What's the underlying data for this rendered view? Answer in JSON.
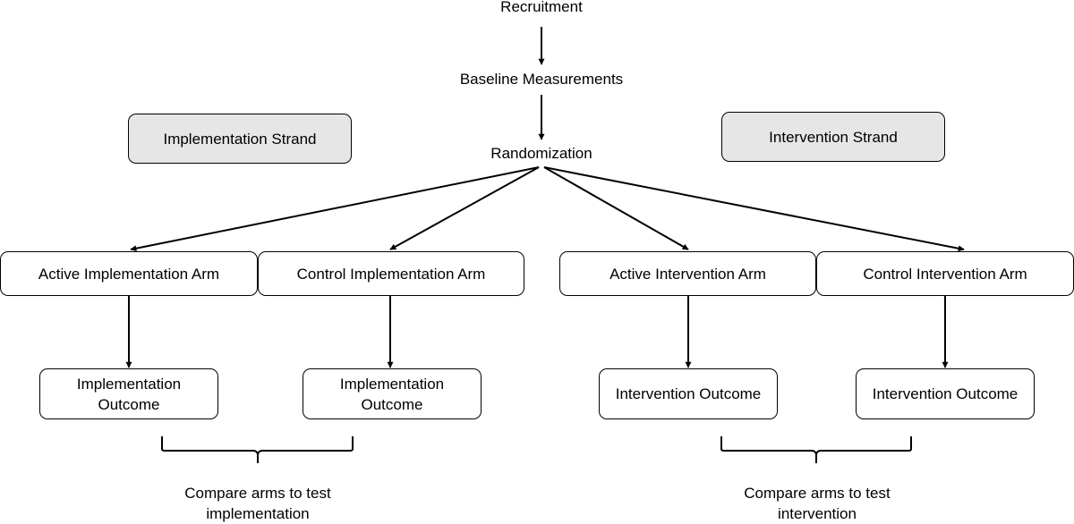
{
  "flow": {
    "recruitment": "Recruitment",
    "baseline": "Baseline Measurements",
    "randomization": "Randomization"
  },
  "strands": {
    "implementation": "Implementation Strand",
    "intervention": "Intervention Strand"
  },
  "arms": {
    "active_implementation": "Active Implementation Arm",
    "control_implementation": "Control Implementation Arm",
    "active_intervention": "Active Intervention Arm",
    "control_intervention": "Control Intervention Arm"
  },
  "outcomes": {
    "implementation_1": [
      "Implementation",
      "Outcome"
    ],
    "implementation_2": [
      "Implementation",
      "Outcome"
    ],
    "intervention_1": "Intervention Outcome",
    "intervention_2": "Intervention Outcome"
  },
  "comparisons": {
    "implementation": [
      "Compare arms to test",
      "implementation"
    ],
    "intervention": [
      "Compare arms to test",
      "intervention"
    ]
  }
}
